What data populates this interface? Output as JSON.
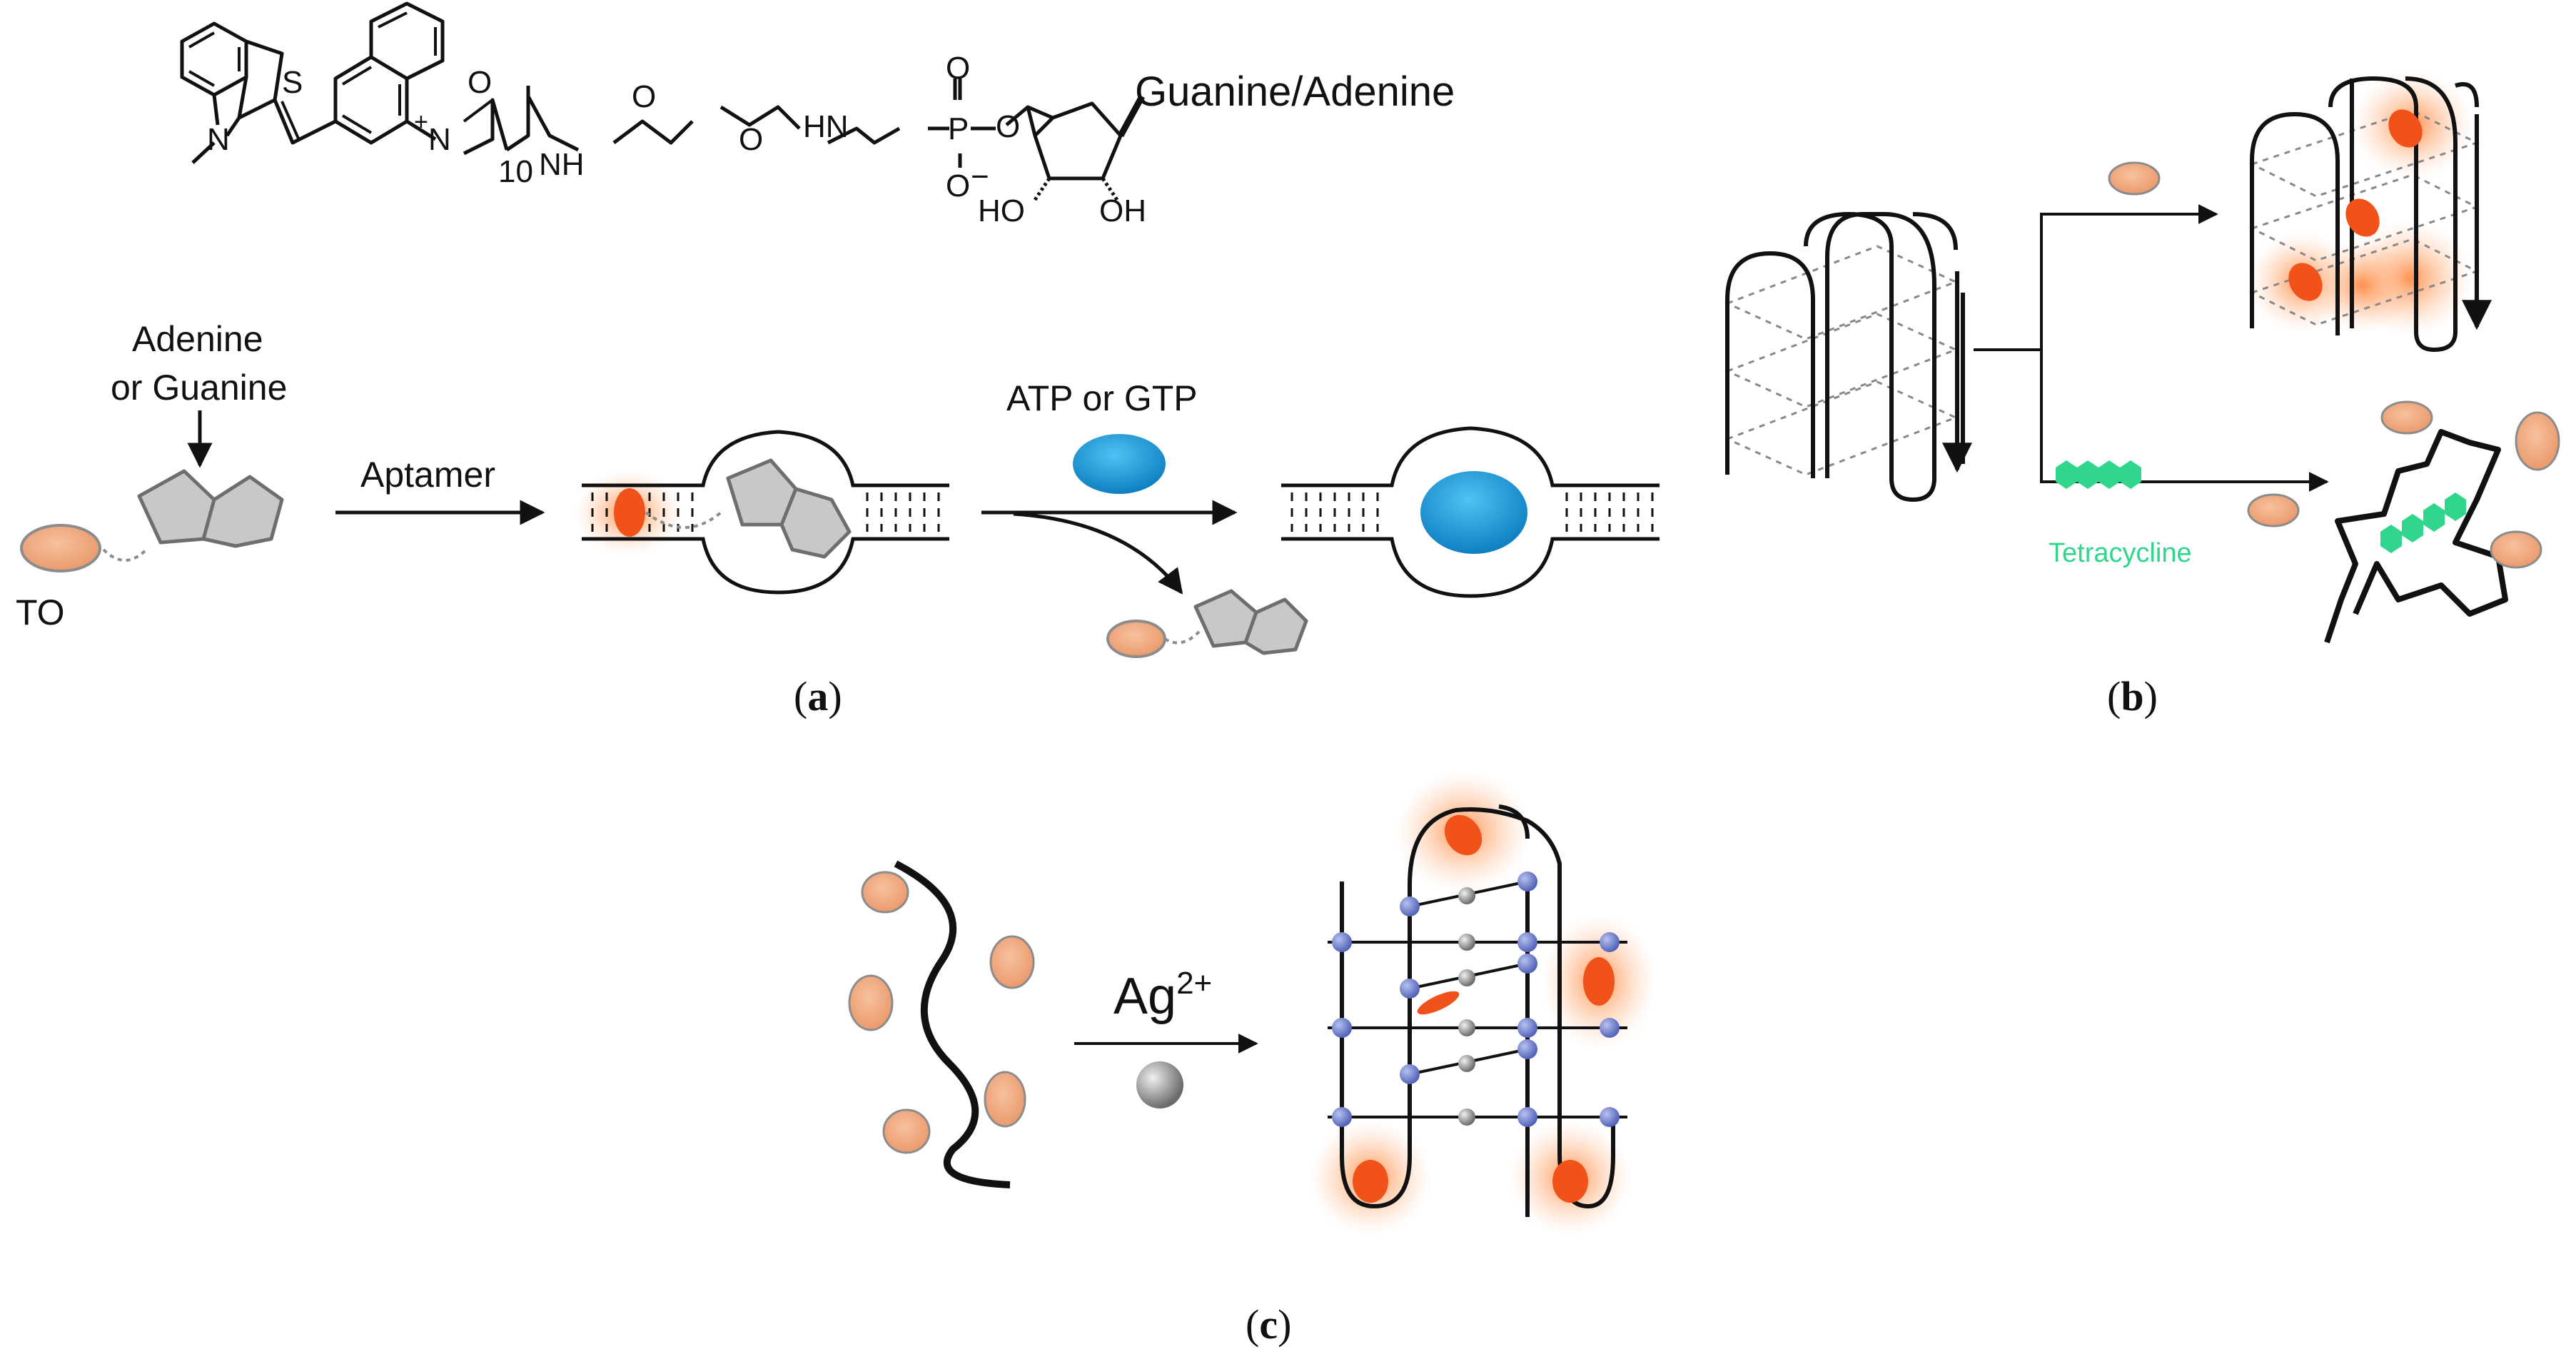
{
  "chemistry": {
    "atom_S": "S",
    "atom_N_methyl": "N",
    "atom_N_plus": "N",
    "charge_plus": "+",
    "atom_O_carbonyl": "O",
    "amide_NH": "NH",
    "ether_O1": "O",
    "ether_O2": "O",
    "amide_HN": "HN",
    "phosphorus": "P",
    "phos_O_top": "O",
    "phos_O_minus": "O",
    "minus_sign": "−",
    "ester_O": "O",
    "hydroxyl_left": "HO",
    "hydroxyl_right": "OH",
    "repeat_count": "10",
    "base_label": "Guanine/Adenine"
  },
  "panel_a": {
    "ligand_label": "Adenine\nor Guanine",
    "ligand_label_line1": "Adenine",
    "ligand_label_line2": "or Guanine",
    "dye_label": "TO",
    "step1_label": "Aptamer",
    "step2_label": "ATP or GTP",
    "caption_open": "(",
    "caption_letter": "a",
    "caption_close": ")"
  },
  "panel_b": {
    "drug_label": "Tetracycline",
    "caption_open": "(",
    "caption_letter": "b",
    "caption_close": ")"
  },
  "panel_c": {
    "ion_label_base": "Ag",
    "ion_label_charge": "2+",
    "caption_open": "(",
    "caption_letter": "c",
    "caption_close": ")"
  },
  "colors": {
    "dye_fill": "#f0a980",
    "dye_stroke": "#8c8c8c",
    "dye_active": "#f0521a",
    "glow": "#ff9a5c",
    "ligand_fill": "#c8c8c8",
    "ligand_stroke": "#6e6e6e",
    "nucleotide_fill": "#1b9ad6",
    "tetracycline": "#2fd68c",
    "node_blue": "#6f7fc9",
    "node_gray": "#9a9a9a",
    "line": "#111111"
  }
}
